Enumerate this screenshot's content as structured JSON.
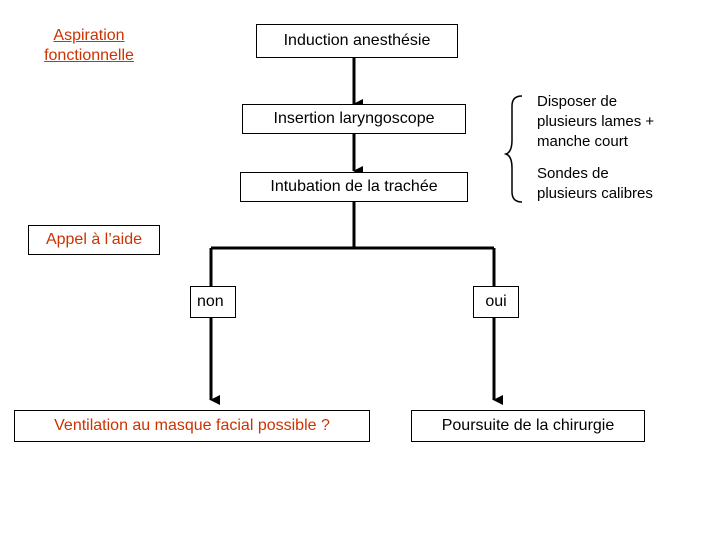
{
  "aspiration": {
    "line1": "Aspiration",
    "line2": "fonctionnelle"
  },
  "nodes": {
    "induction": "Induction anesthésie",
    "insertion": "Insertion laryngoscope",
    "intubation": "Intubation de la trachée",
    "appel": "Appel à l’aide",
    "non": "non",
    "oui": "oui",
    "ventilation": "Ventilation au masque facial possible ?",
    "poursuite": "Poursuite de la chirurgie"
  },
  "notes": {
    "disposer": [
      "Disposer de",
      "plusieurs lames +",
      "manche court"
    ],
    "sondes": [
      "Sondes de",
      "plusieurs calibres"
    ]
  },
  "colors": {
    "accent": "#cc3300",
    "line": "#000000"
  }
}
